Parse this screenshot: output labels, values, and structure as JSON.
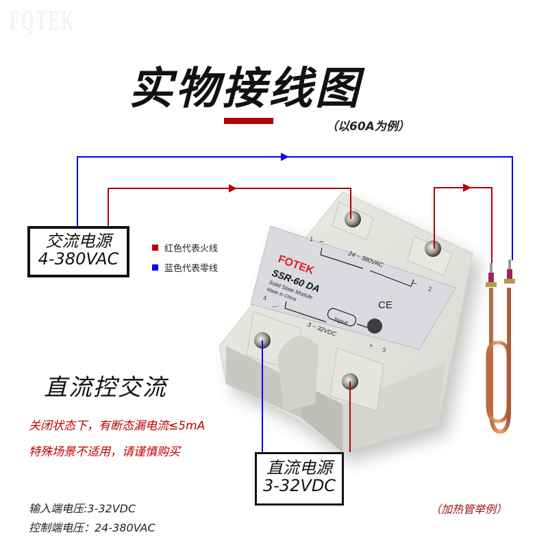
{
  "watermark": "FQTEK",
  "header": {
    "title": "实物接线图",
    "subtitle": "（以60A为例）",
    "accent_color": "#b30000"
  },
  "ac_source": {
    "line1": "交流电源",
    "line2": "4-380VAC"
  },
  "dc_source": {
    "line1": "直流电源",
    "line2": "3-32VDC"
  },
  "legend": {
    "items": [
      {
        "label": "红色代表火线",
        "color": "#b30000"
      },
      {
        "label": "蓝色代表零线",
        "color": "#0000ee"
      }
    ]
  },
  "relay": {
    "brand": "FOTEK",
    "model": "SSR-60 DA",
    "type": "Solid State Module",
    "origin": "Made in China",
    "output_range": "24 ~ 380VAC",
    "input_label": "Input",
    "input_range": "3 ~ 32VDC",
    "cert": "CE",
    "terminals": {
      "t1": "1",
      "t2": "2",
      "t3": "3",
      "t4": "4",
      "plus": "+",
      "minus": "—",
      "ac1": "~",
      "ac2": "~"
    }
  },
  "slogan": "直流控交流",
  "warnings": [
    "关闭状态下，有断态漏电流≤5mA",
    "特殊场景不适用，请谨慎购买"
  ],
  "specs": [
    "输入端电压:3-32VDC",
    "控制端电压：24-380VAC"
  ],
  "heater_label": "（加热管举例）",
  "colors": {
    "live_wire": "#b30000",
    "neutral_wire": "#0000ee",
    "warning_text": "#c00000"
  }
}
